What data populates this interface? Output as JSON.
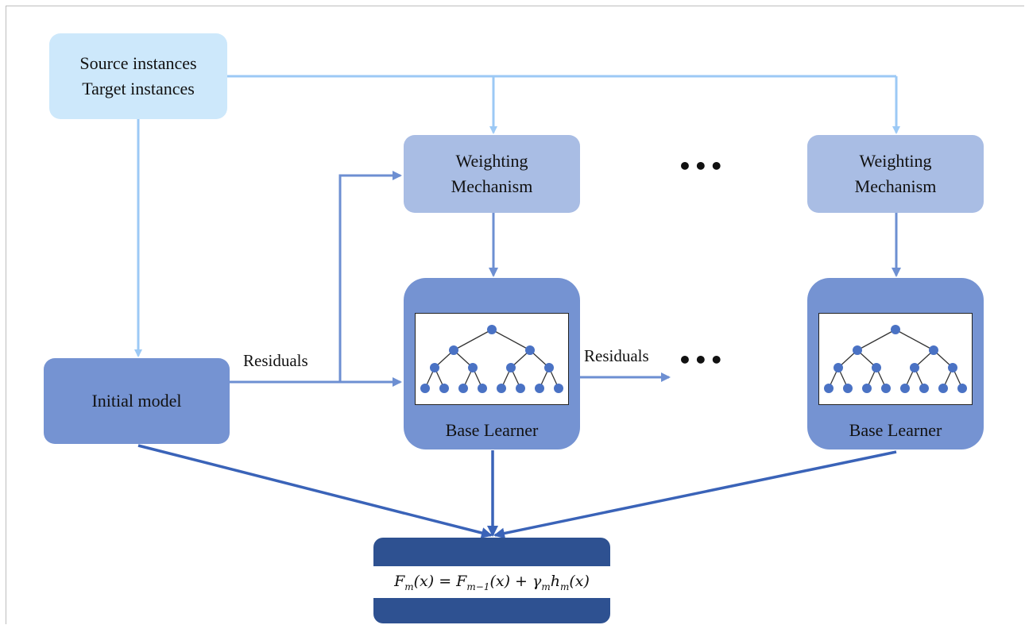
{
  "source": {
    "line1": "Source instances",
    "line2": "Target instances"
  },
  "weighting": {
    "line1": "Weighting",
    "line2": "Mechanism"
  },
  "initial_model": "Initial model",
  "base_learner": "Base Learner",
  "residuals": "Residuals",
  "ellipsis": "•••",
  "formula": "F_m(x) = F_{m−1}(x) + γ_m h_m(x)",
  "colors": {
    "source_box": "#cde8fb",
    "weighting_box": "#a9bde4",
    "learner_box": "#7593d2",
    "final_box": "#2e5191",
    "light_arrow": "#9cc9f5",
    "mid_arrow": "#6d8fd2",
    "dark_arrow": "#3a63b8",
    "tree_node": "#4a72c4"
  }
}
